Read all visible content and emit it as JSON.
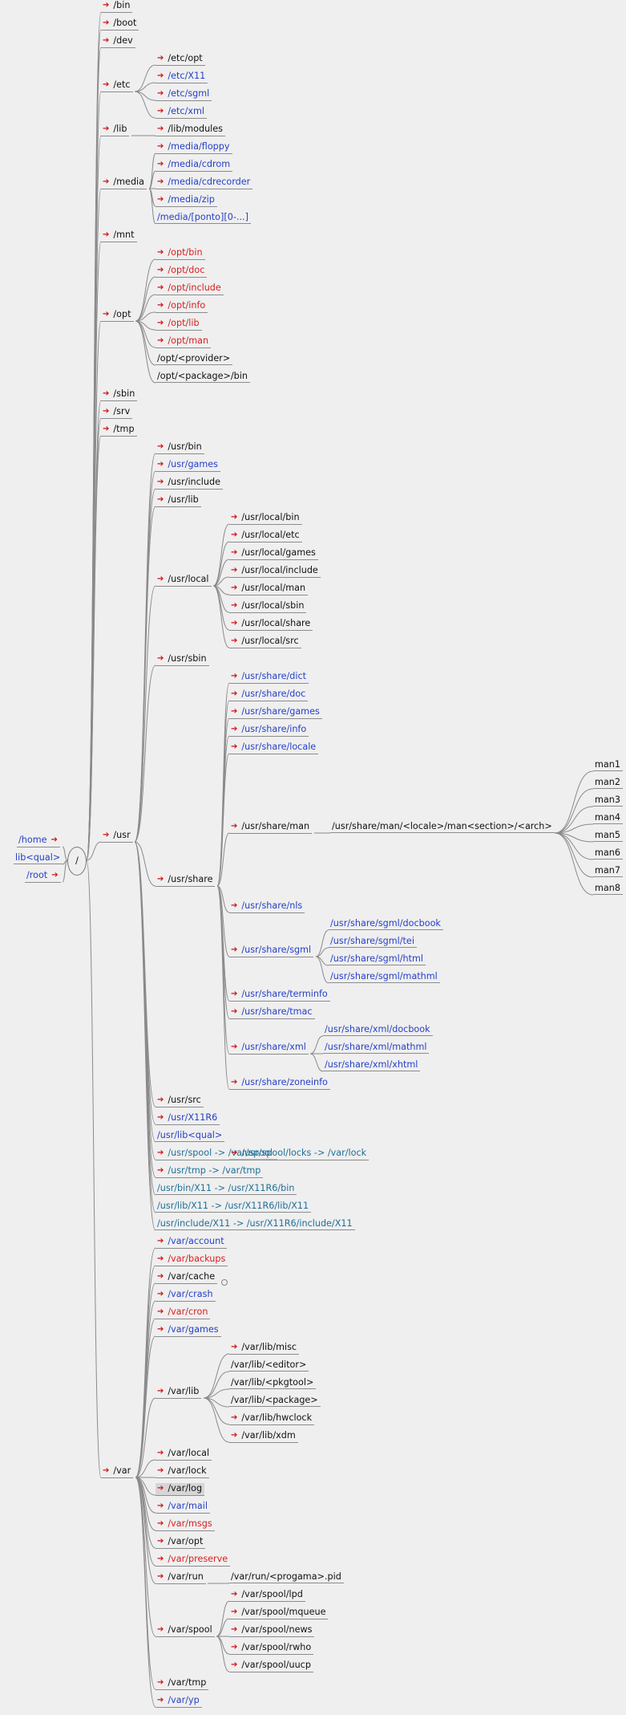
{
  "root": {
    "label": "/",
    "left": [
      {
        "label": "/home",
        "color": "blue",
        "arrow": true
      },
      {
        "label": "lib<qual>",
        "color": "blue"
      },
      {
        "label": "/root",
        "color": "blue",
        "arrow": true
      }
    ],
    "right": [
      {
        "label": "/bin",
        "arrow": true
      },
      {
        "label": "/boot",
        "arrow": true
      },
      {
        "label": "/dev",
        "arrow": true
      },
      {
        "label": "/etc",
        "arrow": true,
        "children": [
          {
            "label": "/etc/opt",
            "arrow": true
          },
          {
            "label": "/etc/X11",
            "arrow": true,
            "color": "blue"
          },
          {
            "label": "/etc/sgml",
            "arrow": true,
            "color": "blue"
          },
          {
            "label": "/etc/xml",
            "arrow": true,
            "color": "blue"
          }
        ]
      },
      {
        "label": "/lib",
        "arrow": true,
        "children": [
          {
            "label": "/lib/modules",
            "arrow": true
          }
        ]
      },
      {
        "label": "/media",
        "arrow": true,
        "children": [
          {
            "label": "/media/floppy",
            "arrow": true,
            "color": "blue"
          },
          {
            "label": "/media/cdrom",
            "arrow": true,
            "color": "blue"
          },
          {
            "label": "/media/cdrecorder",
            "arrow": true,
            "color": "blue"
          },
          {
            "label": "/media/zip",
            "arrow": true,
            "color": "blue"
          },
          {
            "label": "/media/[ponto][0-...]",
            "color": "blue"
          }
        ]
      },
      {
        "label": "/mnt",
        "arrow": true
      },
      {
        "label": "/opt",
        "arrow": true,
        "children": [
          {
            "label": "/opt/bin",
            "arrow": true,
            "color": "red"
          },
          {
            "label": "/opt/doc",
            "arrow": true,
            "color": "red"
          },
          {
            "label": "/opt/include",
            "arrow": true,
            "color": "red"
          },
          {
            "label": "/opt/info",
            "arrow": true,
            "color": "red"
          },
          {
            "label": "/opt/lib",
            "arrow": true,
            "color": "red"
          },
          {
            "label": "/opt/man",
            "arrow": true,
            "color": "red"
          },
          {
            "label": "/opt/<provider>"
          },
          {
            "label": "/opt/<package>/bin"
          }
        ]
      },
      {
        "label": "/sbin",
        "arrow": true
      },
      {
        "label": "/srv",
        "arrow": true
      },
      {
        "label": "/tmp",
        "arrow": true
      },
      {
        "label": "/usr",
        "arrow": true,
        "children": [
          {
            "label": "/usr/bin",
            "arrow": true
          },
          {
            "label": "/usr/games",
            "arrow": true,
            "color": "blue"
          },
          {
            "label": "/usr/include",
            "arrow": true
          },
          {
            "label": "/usr/lib",
            "arrow": true
          },
          {
            "label": "/usr/local",
            "arrow": true,
            "children": [
              {
                "label": "/usr/local/bin",
                "arrow": true
              },
              {
                "label": "/usr/local/etc",
                "arrow": true
              },
              {
                "label": "/usr/local/games",
                "arrow": true
              },
              {
                "label": "/usr/local/include",
                "arrow": true
              },
              {
                "label": "/usr/local/man",
                "arrow": true
              },
              {
                "label": "/usr/local/sbin",
                "arrow": true
              },
              {
                "label": "/usr/local/share",
                "arrow": true
              },
              {
                "label": "/usr/local/src",
                "arrow": true
              }
            ]
          },
          {
            "label": "/usr/sbin",
            "arrow": true
          },
          {
            "label": "/usr/share",
            "arrow": true,
            "children": [
              {
                "label": "/usr/share/dict",
                "arrow": true,
                "color": "blue"
              },
              {
                "label": "/usr/share/doc",
                "arrow": true,
                "color": "blue"
              },
              {
                "label": "/usr/share/games",
                "arrow": true,
                "color": "blue"
              },
              {
                "label": "/usr/share/info",
                "arrow": true,
                "color": "blue"
              },
              {
                "label": "/usr/share/locale",
                "arrow": true,
                "color": "blue"
              },
              {
                "label": "/usr/share/man",
                "arrow": true,
                "children": [
                  {
                    "label": "/usr/share/man/<locale>/man<section>/<arch>",
                    "children": [
                      {
                        "label": "man1"
                      },
                      {
                        "label": "man2"
                      },
                      {
                        "label": "man3"
                      },
                      {
                        "label": "man4"
                      },
                      {
                        "label": "man5"
                      },
                      {
                        "label": "man6"
                      },
                      {
                        "label": "man7"
                      },
                      {
                        "label": "man8"
                      }
                    ]
                  }
                ]
              },
              {
                "label": "/usr/share/nls",
                "arrow": true,
                "color": "blue"
              },
              {
                "label": "/usr/share/sgml",
                "arrow": true,
                "color": "blue",
                "children": [
                  {
                    "label": "/usr/share/sgml/docbook",
                    "color": "blue"
                  },
                  {
                    "label": "/usr/share/sgml/tei",
                    "color": "blue"
                  },
                  {
                    "label": "/usr/share/sgml/html",
                    "color": "blue"
                  },
                  {
                    "label": "/usr/share/sgml/mathml",
                    "color": "blue"
                  }
                ]
              },
              {
                "label": "/usr/share/terminfo",
                "arrow": true,
                "color": "blue"
              },
              {
                "label": "/usr/share/tmac",
                "arrow": true,
                "color": "blue"
              },
              {
                "label": "/usr/share/xml",
                "arrow": true,
                "color": "blue",
                "children": [
                  {
                    "label": "/usr/share/xml/docbook",
                    "color": "blue"
                  },
                  {
                    "label": "/usr/share/xml/mathml",
                    "color": "blue"
                  },
                  {
                    "label": "/usr/share/xml/xhtml",
                    "color": "blue"
                  }
                ]
              },
              {
                "label": "/usr/share/zoneinfo",
                "arrow": true,
                "color": "blue"
              }
            ]
          },
          {
            "label": "/usr/src",
            "arrow": true
          },
          {
            "label": "/usr/X11R6",
            "arrow": true,
            "color": "blue"
          },
          {
            "label": "/usr/lib<qual>",
            "color": "blue"
          },
          {
            "label": "/usr/spool -> /var/spool",
            "arrow": true,
            "color": "teal",
            "children": [
              {
                "label": "/usr/spool/locks -> /var/lock",
                "arrow": true,
                "color": "teal"
              }
            ]
          },
          {
            "label": "/usr/tmp -> /var/tmp",
            "arrow": true,
            "color": "teal"
          },
          {
            "label": "/usr/bin/X11 -> /usr/X11R6/bin",
            "color": "teal"
          },
          {
            "label": "/usr/lib/X11 -> /usr/X11R6/lib/X11",
            "color": "teal"
          },
          {
            "label": "/usr/include/X11 -> /usr/X11R6/include/X11",
            "color": "teal"
          }
        ]
      },
      {
        "label": "/var",
        "arrow": true,
        "children": [
          {
            "label": "/var/account",
            "arrow": true,
            "color": "blue"
          },
          {
            "label": "/var/backups",
            "arrow": true,
            "color": "red"
          },
          {
            "label": "/var/cache",
            "arrow": true,
            "folded": true
          },
          {
            "label": "/var/crash",
            "arrow": true,
            "color": "blue"
          },
          {
            "label": "/var/cron",
            "arrow": true,
            "color": "red"
          },
          {
            "label": "/var/games",
            "arrow": true,
            "color": "blue"
          },
          {
            "label": "/var/lib",
            "arrow": true,
            "children": [
              {
                "label": "/var/lib/misc",
                "arrow": true
              },
              {
                "label": "/var/lib/<editor>"
              },
              {
                "label": "/var/lib/<pkgtool>"
              },
              {
                "label": "/var/lib/<package>"
              },
              {
                "label": "/var/lib/hwclock",
                "arrow": true
              },
              {
                "label": "/var/lib/xdm",
                "arrow": true
              }
            ]
          },
          {
            "label": "/var/local",
            "arrow": true
          },
          {
            "label": "/var/lock",
            "arrow": true
          },
          {
            "label": "/var/log",
            "arrow": true,
            "selected": true
          },
          {
            "label": "/var/mail",
            "arrow": true,
            "color": "blue"
          },
          {
            "label": "/var/msgs",
            "arrow": true,
            "color": "red"
          },
          {
            "label": "/var/opt",
            "arrow": true
          },
          {
            "label": "/var/preserve",
            "arrow": true,
            "color": "red"
          },
          {
            "label": "/var/run",
            "arrow": true,
            "children": [
              {
                "label": "/var/run/<progama>.pid"
              }
            ]
          },
          {
            "label": "/var/spool",
            "arrow": true,
            "children": [
              {
                "label": "/var/spool/lpd",
                "arrow": true
              },
              {
                "label": "/var/spool/mqueue",
                "arrow": true
              },
              {
                "label": "/var/spool/news",
                "arrow": true
              },
              {
                "label": "/var/spool/rwho",
                "arrow": true
              },
              {
                "label": "/var/spool/uucp",
                "arrow": true
              }
            ]
          },
          {
            "label": "/var/tmp",
            "arrow": true
          },
          {
            "label": "/var/yp",
            "arrow": true,
            "color": "blue"
          }
        ]
      }
    ]
  }
}
